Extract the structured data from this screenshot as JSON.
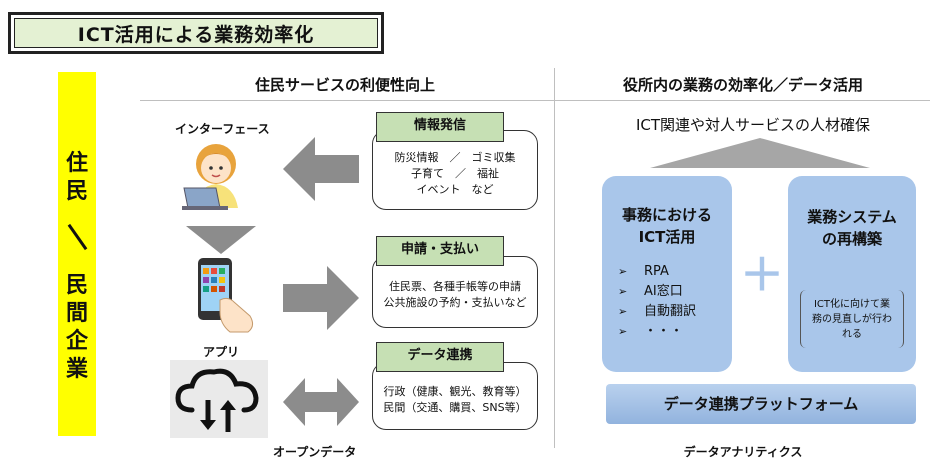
{
  "title": "ICT活用による業務効率化",
  "left_band": {
    "top": "住民",
    "slash": "／",
    "bottom": "民間企業"
  },
  "left_section": {
    "heading": "住民サービスの利便性向上",
    "interface_label": "インターフェース",
    "app_label": "アプリ",
    "open_data_label": "オープンデータ",
    "boxes": [
      {
        "tag": "情報発信",
        "lines": [
          "防災情報　／　ゴミ収集",
          "子育て　／　福祉",
          "イベント　など"
        ]
      },
      {
        "tag": "申請・支払い",
        "lines": [
          "住民票、各種手帳等の申請",
          "公共施設の予約・支払いなど"
        ]
      },
      {
        "tag": "データ連携",
        "lines": [
          "行政（健康、観光、教育等）",
          "民間（交通、購買、SNS等）"
        ]
      }
    ]
  },
  "right_section": {
    "heading": "役所内の業務の効率化／データ活用",
    "top_text": "ICT関連や対人サービスの人材確保",
    "panel_left": {
      "title_lines": [
        "事務における",
        "ICT活用"
      ],
      "bullets": [
        "RPA",
        "AI窓口",
        "自動翻訳",
        "・・・"
      ]
    },
    "plus": "＋",
    "panel_right": {
      "title_lines": [
        "業務システム",
        "の再構築"
      ],
      "note_lines": [
        "ICT化に向けて業",
        "務の見直しが行わ",
        "れる"
      ]
    },
    "platform": "データ連携プラットフォーム",
    "footer": "データアナリティクス"
  },
  "colors": {
    "yellow": "#ffff00",
    "green_tag": "#c6e0b4",
    "title_bg": "#e4f1d3",
    "blue_panel": "#a9c6ea",
    "arrow_gray": "#8c8c8c"
  }
}
